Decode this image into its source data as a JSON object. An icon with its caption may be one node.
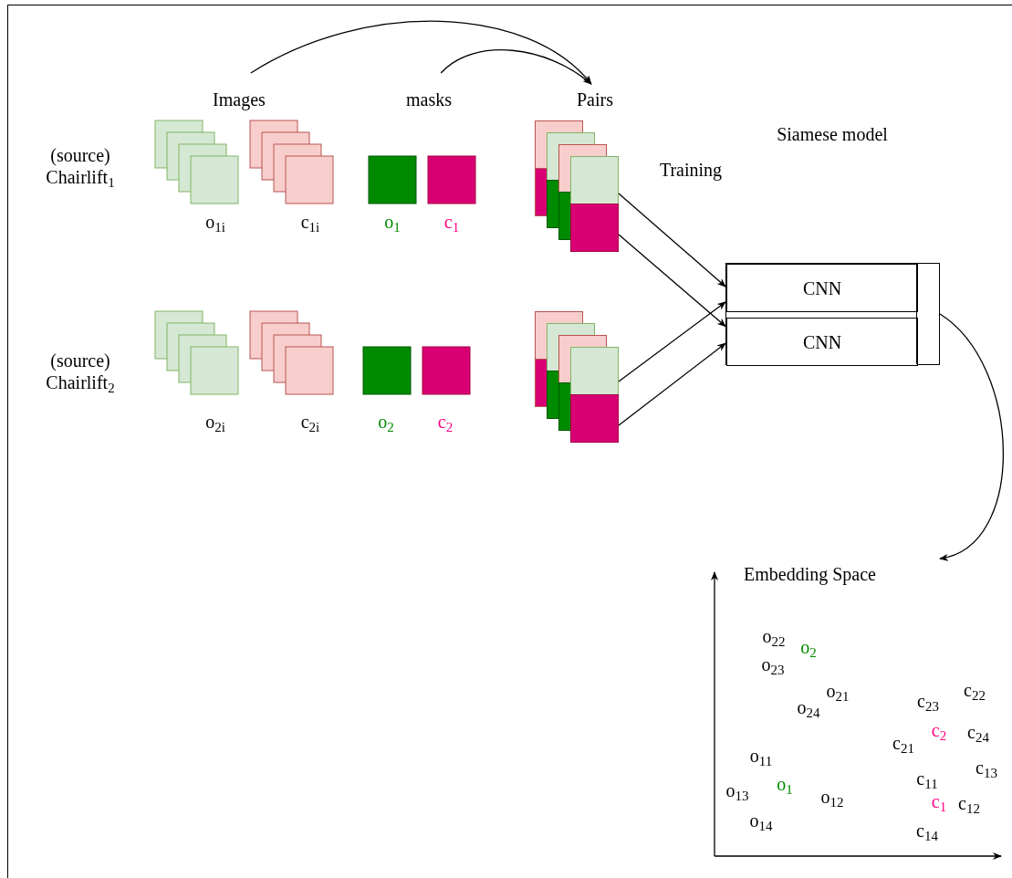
{
  "diagram": {
    "nodes": [
      {
        "text": [
          "Images"
        ]
      },
      {
        "text": [
          "masks"
        ]
      },
      {
        "text": [
          "Pairs"
        ]
      },
      {
        "text": [],
        "shape": "box"
      },
      {
        "text": [],
        "shape": "box"
      },
      {
        "text": [],
        "shape": "box"
      },
      {
        "text": [
          "CNN"
        ],
        "in": 5
      },
      {
        "text": [
          "CNN"
        ],
        "in": 5
      },
      {
        "text": [],
        "shape": "bar",
        "in": 5
      },
      {
        "text": [
          "Embedding Space"
        ]
      }
    ],
    "edges": [
      {
        "from": 0,
        "to": 2,
        "arrow": "to"
      },
      {
        "from": 1,
        "to": 2,
        "arrow": "to"
      },
      {
        "from": 3,
        "to": 6,
        "arrow": "to"
      },
      {
        "from": 3,
        "to": 7,
        "arrow": "to"
      },
      {
        "from": 4,
        "to": 6,
        "arrow": "to"
      },
      {
        "from": 4,
        "to": 7,
        "arrow": "to"
      },
      {
        "from": 5,
        "to": 9,
        "arrow": "to"
      }
    ],
    "labels": [
      "(source) Chairlift$_{1}$",
      "o$_{1i}$",
      "c$_{1i}$",
      "o$_{1}$",
      "c$_{1}$",
      "Training",
      "Siamese model",
      "(source) Chairlift$_{2}$",
      "o$_{2i}$",
      "c$_{2i}$",
      "o$_{2}$",
      "c$_{2}$",
      "o$_{22}$",
      "o$_{2}$",
      "o$_{23}$",
      "o$_{21}$",
      "o$_{24}$",
      "c$_{22}$",
      "c$_{23}$",
      "c$_{2}$",
      "c$_{24}$",
      "c$_{21}$",
      "c$_{13}$",
      "o$_{11}$",
      "c$_{11}$",
      "o$_{13}$",
      "o$_{1}$",
      "o$_{12}$",
      "c$_{1}$",
      "c$_{12}$",
      "o$_{14}$",
      "c$_{14}$"
    ]
  }
}
